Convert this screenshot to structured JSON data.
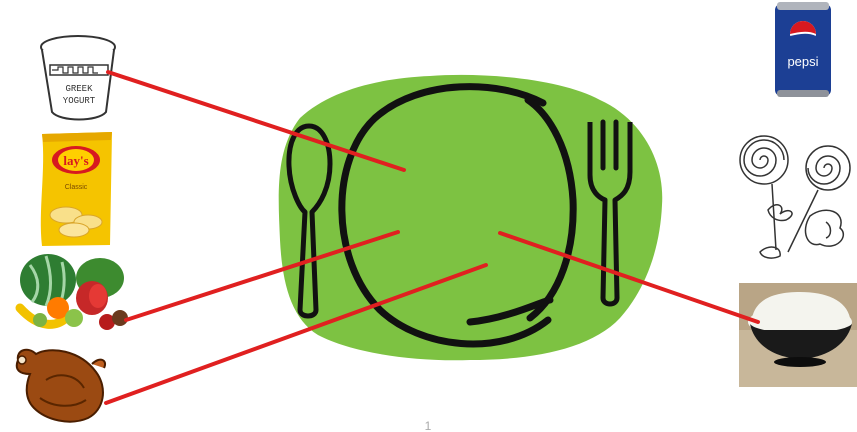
{
  "colors": {
    "plate_blob": "#7dc242",
    "outline": "#111111",
    "connector": "#e02020",
    "lays_bag": "#f5c400",
    "lays_logo": "#d71920",
    "pepsi_can": "#1c3f94",
    "chicken": "#9b4a12",
    "bowl": "#1a1a1a",
    "rice": "#f4f4ee"
  },
  "labels": {
    "yogurt_line1": "GREEK",
    "yogurt_line2": "YOGURT",
    "chips_brand": "lay's",
    "chips_flavor": "Classic",
    "soda_brand": "pepsi",
    "page_number": "1"
  },
  "icons": [
    "greek-yogurt-cup",
    "lays-chips-bag",
    "fruits-vegetables",
    "roast-chicken",
    "pepsi-can",
    "lollipops-candy",
    "rice-bowl",
    "plate",
    "spoon",
    "fork"
  ],
  "connections": [
    {
      "food": "greek-yogurt",
      "to": "plate"
    },
    {
      "food": "fruits-vegetables",
      "to": "plate"
    },
    {
      "food": "roast-chicken",
      "to": "plate"
    },
    {
      "food": "rice-bowl",
      "to": "plate"
    }
  ]
}
